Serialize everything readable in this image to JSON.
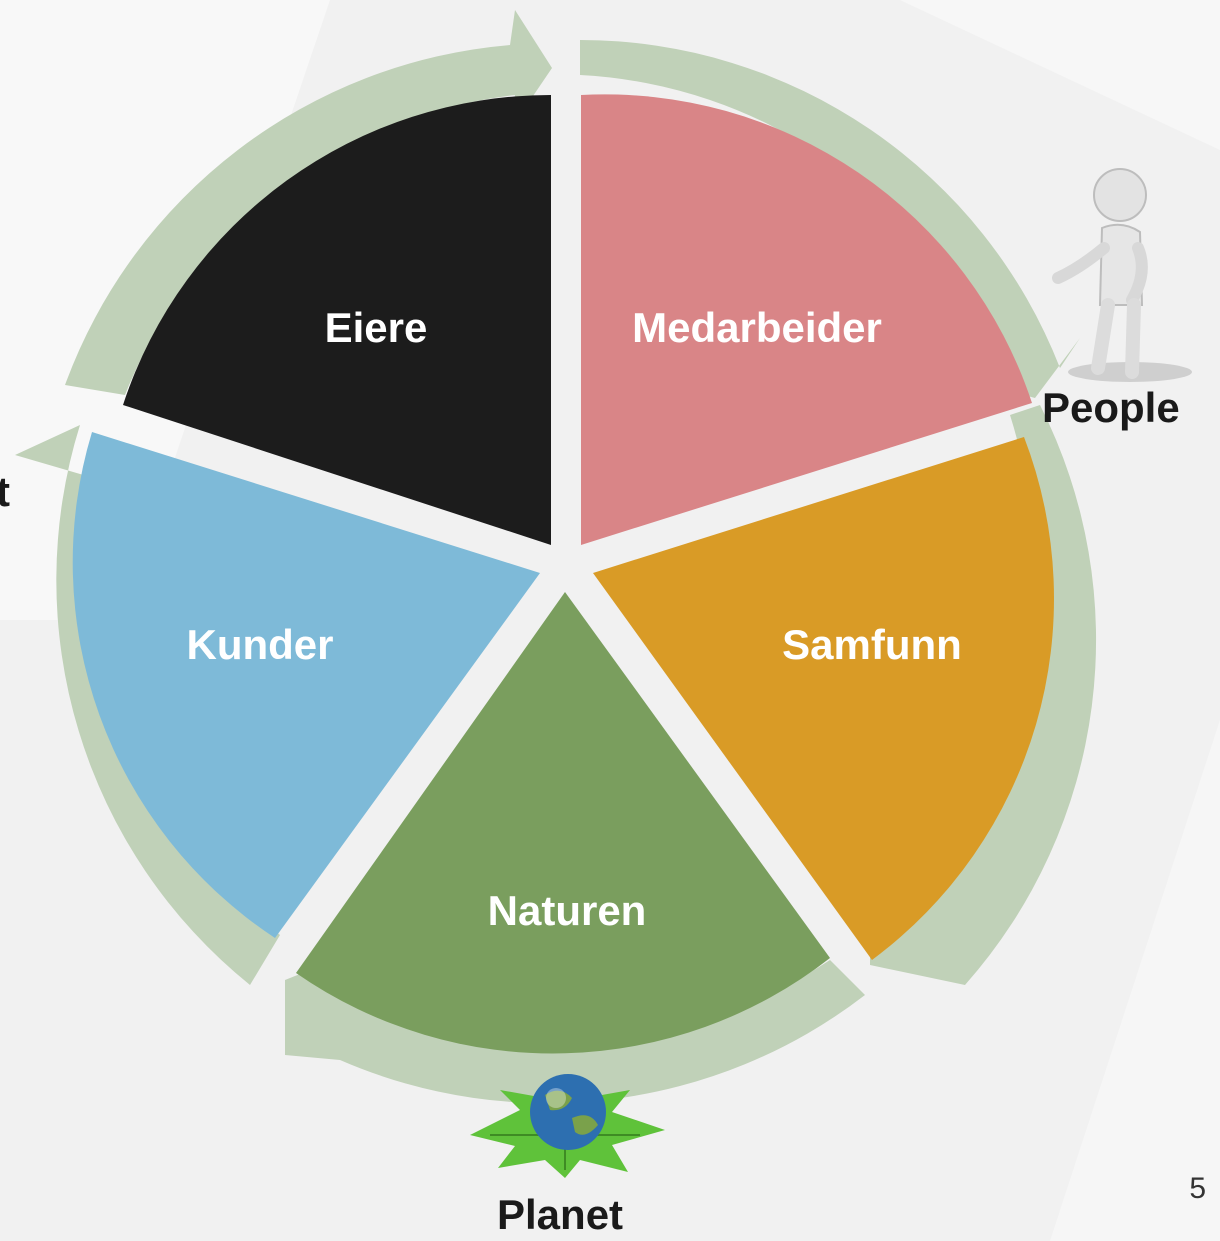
{
  "diagram": {
    "segments": [
      {
        "label": "Medarbeider",
        "color": "#d98587"
      },
      {
        "label": "Samfunn",
        "color": "#d99b26"
      },
      {
        "label": "Naturen",
        "color": "#7a9e5e"
      },
      {
        "label": "Kunder",
        "color": "#7ebad8"
      },
      {
        "label": "Eiere",
        "color": "#1c1c1c"
      }
    ],
    "ring_color": "#c0d1b8",
    "external_labels": {
      "people": "People",
      "planet": "Planet",
      "left_partial": "t"
    }
  },
  "slide_number": "5"
}
